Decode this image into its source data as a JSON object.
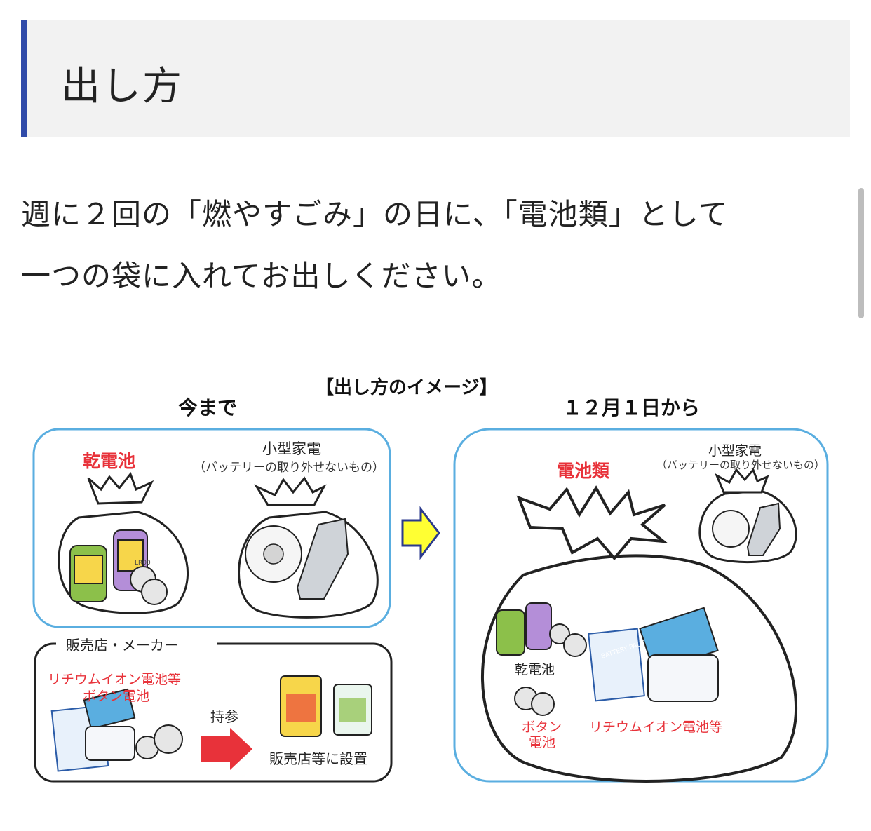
{
  "heading": {
    "title": "出し方"
  },
  "intro": {
    "line1": "週に２回の「燃やすごみ」の日に、「電池類」として",
    "line2": "一つの袋に入れてお出しください。"
  },
  "figure": {
    "title": "【出し方のイメージ】",
    "before_label": "今まで",
    "after_label": "１２月１日から",
    "before_bag1_label": "乾電池",
    "appliance_label": "小型家電",
    "appliance_note": "（バッテリーの取り外せないもの）",
    "after_bag_label": "電池類",
    "shop_box_title": "販売店・メーカー",
    "shop_items_line1": "リチウムイオン電池等",
    "shop_items_line2": "ボタン電池",
    "bring_label": "持参",
    "shop_place_label": "販売店等に設置",
    "inbag_dry": "乾電池",
    "inbag_button_line1": "ボタン",
    "inbag_button_line2": "電池",
    "inbag_lithium": "リチウムイオン電池等",
    "battery_pack_text": "BATTERY PACK",
    "coin_text": "LR00",
    "colors": {
      "accent": "#2f4aa8",
      "panel_border": "#5aaee0",
      "red": "#e8323a",
      "arrow_yellow": "#ffff33"
    }
  }
}
